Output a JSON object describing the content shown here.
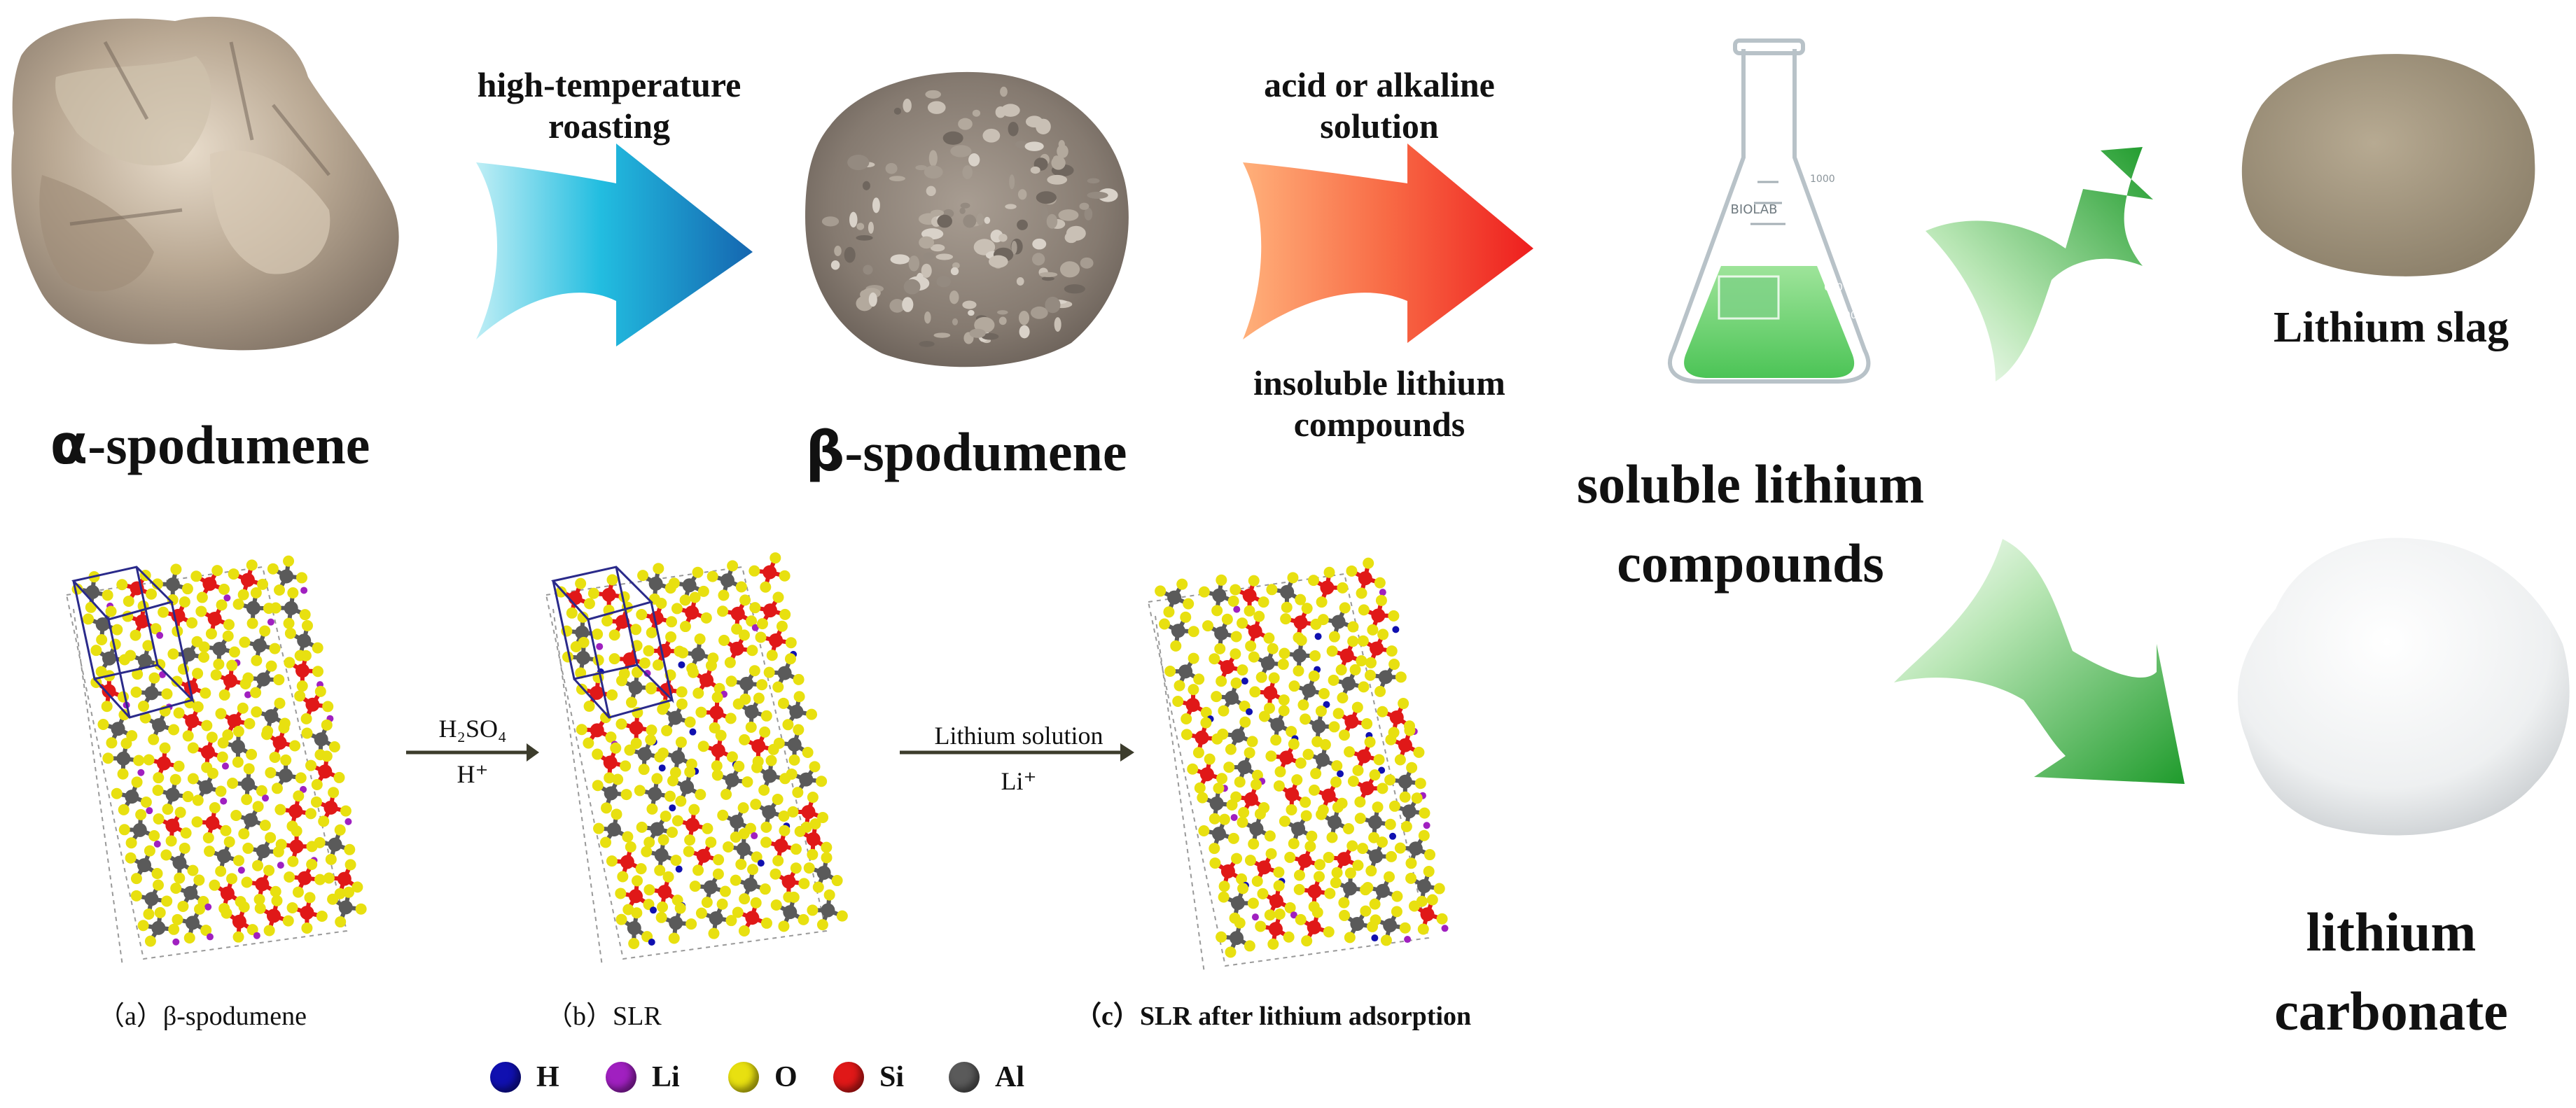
{
  "colors": {
    "blue_arrow": "#1a86c4",
    "red_arrow": "#ee3a2a",
    "green_arrow": "#2fa83a",
    "H": "#1010b0",
    "Li": "#a020c0",
    "O": "#e8e010",
    "Si": "#e01818",
    "Al": "#5a5a5a"
  },
  "top": {
    "alpha_label_symbol": "α",
    "alpha_label_text": "-spodumene",
    "roast_line1": "high-temperature",
    "roast_line2": "roasting",
    "beta_label_symbol": "β",
    "beta_label_text": "-spodumene",
    "acid_line1": "acid or alkaline",
    "acid_line2": "solution",
    "insoluble_line1": "insoluble lithium",
    "insoluble_line2": "compounds",
    "soluble_line1": "soluble lithium",
    "soluble_line2": "compounds",
    "slag_label": "Lithium slag",
    "carbonate_line1": "lithium",
    "carbonate_line2": "carbonate",
    "flask_brand": "BIOLAB",
    "flask_mark_1000": "1000",
    "flask_mark_600": "600",
    "flask_mark_400": "400"
  },
  "structures": {
    "arrow1_top": "H₂SO₄",
    "arrow1_bottom": "H⁺",
    "arrow2_top": "Lithium solution",
    "arrow2_bottom": "Li⁺",
    "caption_a": "（a）β-spodumene",
    "caption_b": "（b）SLR",
    "caption_c": "（c）SLR after lithium adsorption"
  },
  "legend": [
    {
      "symbol": "H",
      "color_key": "H"
    },
    {
      "symbol": "Li",
      "color_key": "Li"
    },
    {
      "symbol": "O",
      "color_key": "O"
    },
    {
      "symbol": "Si",
      "color_key": "Si"
    },
    {
      "symbol": "Al",
      "color_key": "Al"
    }
  ]
}
